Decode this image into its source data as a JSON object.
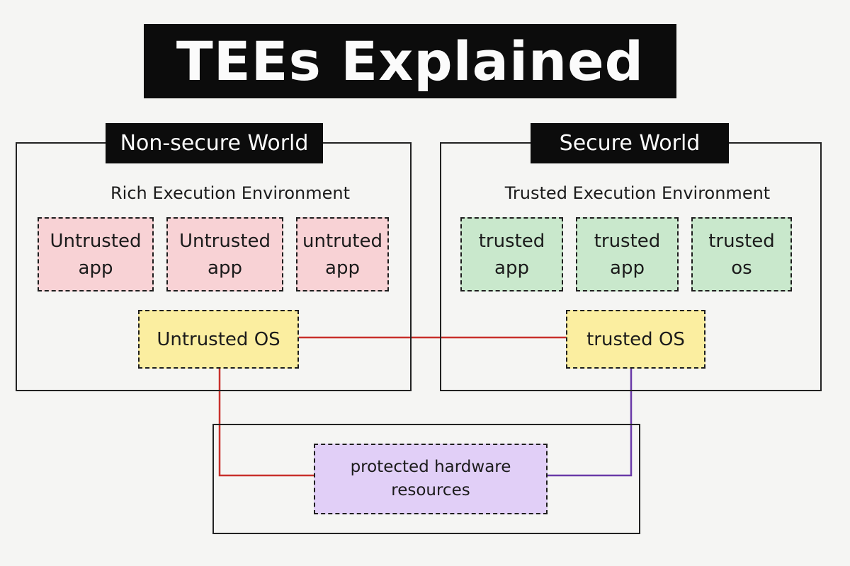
{
  "title": "TEEs Explained",
  "nonsecure_world": {
    "label": "Non-secure World",
    "environment": "Rich Execution Environment",
    "apps": [
      {
        "line1": "Untrusted",
        "line2": "app"
      },
      {
        "line1": "Untrusted",
        "line2": "app"
      },
      {
        "line1": "untruted",
        "line2": "app"
      }
    ],
    "os": "Untrusted OS"
  },
  "secure_world": {
    "label": "Secure World",
    "environment": "Trusted Execution Environment",
    "apps": [
      {
        "line1": "trusted",
        "line2": "app"
      },
      {
        "line1": "trusted",
        "line2": "app"
      },
      {
        "line1": "trusted",
        "line2": "os"
      }
    ],
    "os": "trusted OS"
  },
  "hardware": {
    "line1": "protected hardware",
    "line2": "resources"
  },
  "colors": {
    "untrusted_app_fill": "#f8d2d5",
    "trusted_app_fill": "#c9e8cc",
    "os_fill": "#fbeea0",
    "hardware_fill": "#e1cff7",
    "red_connector": "#c8302c",
    "purple_connector": "#6a3aa8",
    "label_background": "#0c0c0c"
  }
}
